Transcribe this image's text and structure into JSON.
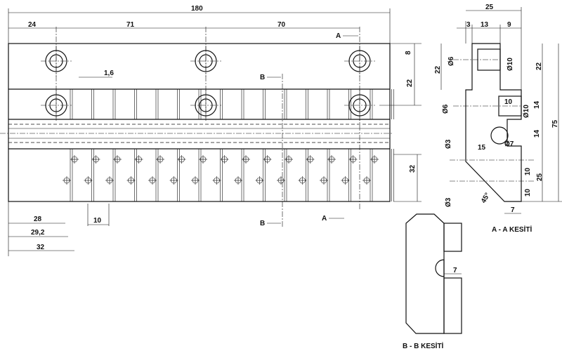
{
  "front_view": {
    "dims": {
      "overall_length": "180",
      "left_hole": "24",
      "hole_pitch_1": "71",
      "hole_pitch_2": "70",
      "slot_width": "1,6",
      "top_to_hole": "8",
      "hole_spacing": "22",
      "lower_height": "32",
      "hole_row_1": "28",
      "hole_row_2": "29,2",
      "hole_row_3": "32",
      "pin_pitch": "10"
    },
    "section_marks": {
      "a": "A",
      "b": "B"
    }
  },
  "section_a": {
    "title": "A - A KESİTİ",
    "dims": {
      "width": "25",
      "w1": "3",
      "w2": "13",
      "w3": "9",
      "h_left": "22",
      "dia6_top": "Ø6",
      "dia10_top": "Ø10",
      "h_right": "22",
      "dia6_mid": "Ø6",
      "depth10": "10",
      "dia10_mid": "Ø10",
      "h14a": "14",
      "h14b": "14",
      "total": "75",
      "dia3a": "Ø3",
      "dia3b": "Ø3",
      "dia7": "Ø7",
      "len15": "15",
      "h10a": "10",
      "h10b": "10",
      "h25": "25",
      "angle": "45°",
      "w7": "7"
    }
  },
  "section_b": {
    "title": "B - B KESİTİ",
    "dims": {
      "w7": "7"
    }
  }
}
